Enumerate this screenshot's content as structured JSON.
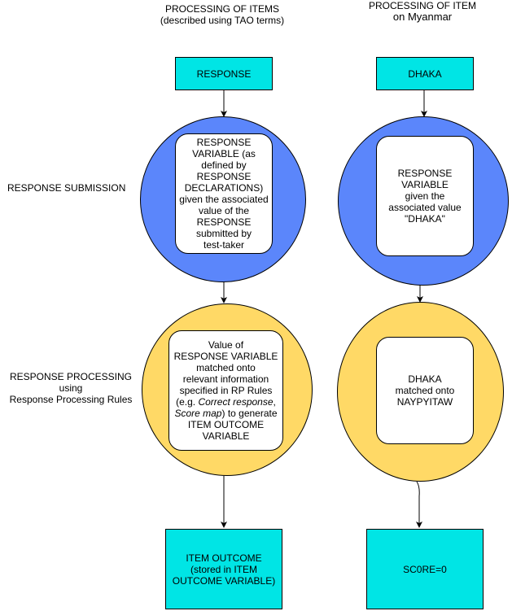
{
  "headers": {
    "left_line1": "PROCESSING OF ITEMS",
    "left_line2": "(described using TAO terms)",
    "right_line1": "PROCESSING OF ITEM",
    "right_line2": "on Myanmar"
  },
  "row_labels": {
    "submission": "RESPONSE SUBMISSION",
    "processing_line1": "RESPONSE PROCESSING",
    "processing_line2": "using",
    "processing_line3": "Response Processing Rules"
  },
  "left": {
    "top_box": "RESPONSE",
    "submission_text": [
      "RESPONSE",
      "VARIABLE (as",
      "defined by",
      "RESPONSE",
      "DECLARATIONS)",
      "given the associated",
      "value of the",
      "RESPONSE",
      "submitted by",
      "test-taker"
    ],
    "processing_text": {
      "l1": "Value of",
      "l2": "RESPONSE VARIABLE",
      "l3": "matched onto",
      "l4": "relevant information",
      "l5": "specified in RP Rules",
      "l6_pre": "(e.g. ",
      "l6_em": "Correct response",
      "l6_post": ",",
      "l7_em": "Score map",
      "l7_post": ") to generate",
      "l8": "ITEM OUTCOME",
      "l9": "VARIABLE"
    },
    "bottom_box": [
      "ITEM OUTCOME",
      "(stored in ITEM",
      "OUTCOME VARIABLE)"
    ]
  },
  "right": {
    "top_box": "DHAKA",
    "submission_text": [
      "RESPONSE",
      "VARIABLE",
      "given the",
      "associated value",
      "\"DHAKA\""
    ],
    "processing_text": [
      "DHAKA",
      "matched onto",
      "NAYPYITAW"
    ],
    "bottom_box": "SC0RE=0"
  },
  "colors": {
    "box_fill": "#00e5e5",
    "blue_circle": "#5b86fb",
    "yellow_circle": "#ffd966"
  }
}
